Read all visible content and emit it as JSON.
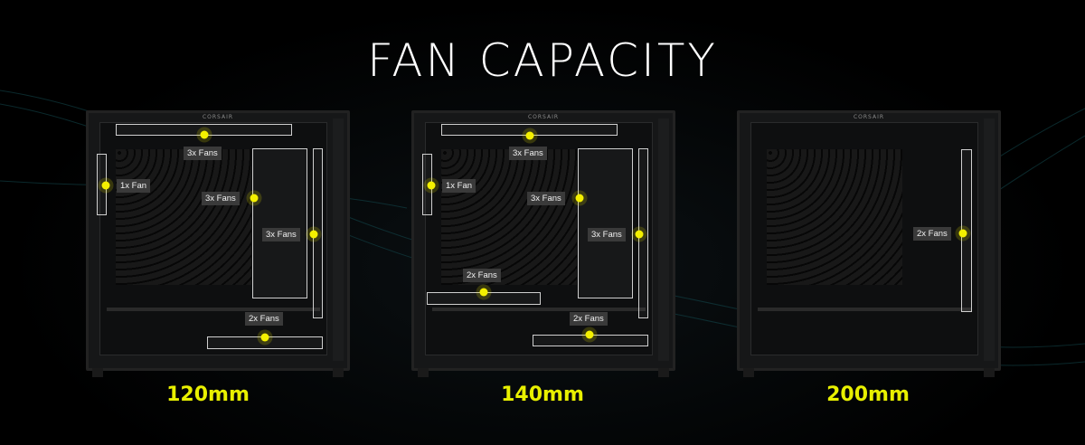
{
  "title": "FAN CAPACITY",
  "accent_color": "#e8f000",
  "brand_mark": "CORSAIR",
  "cases": [
    {
      "size": "120mm",
      "callouts": [
        "3x Fans",
        "1x Fan",
        "3x Fans",
        "3x Fans",
        "2x Fans"
      ]
    },
    {
      "size": "140mm",
      "callouts": [
        "3x Fans",
        "1x Fan",
        "3x Fans",
        "3x Fans",
        "2x Fans",
        "2x Fans"
      ]
    },
    {
      "size": "200mm",
      "callouts": [
        "2x Fans"
      ]
    }
  ]
}
